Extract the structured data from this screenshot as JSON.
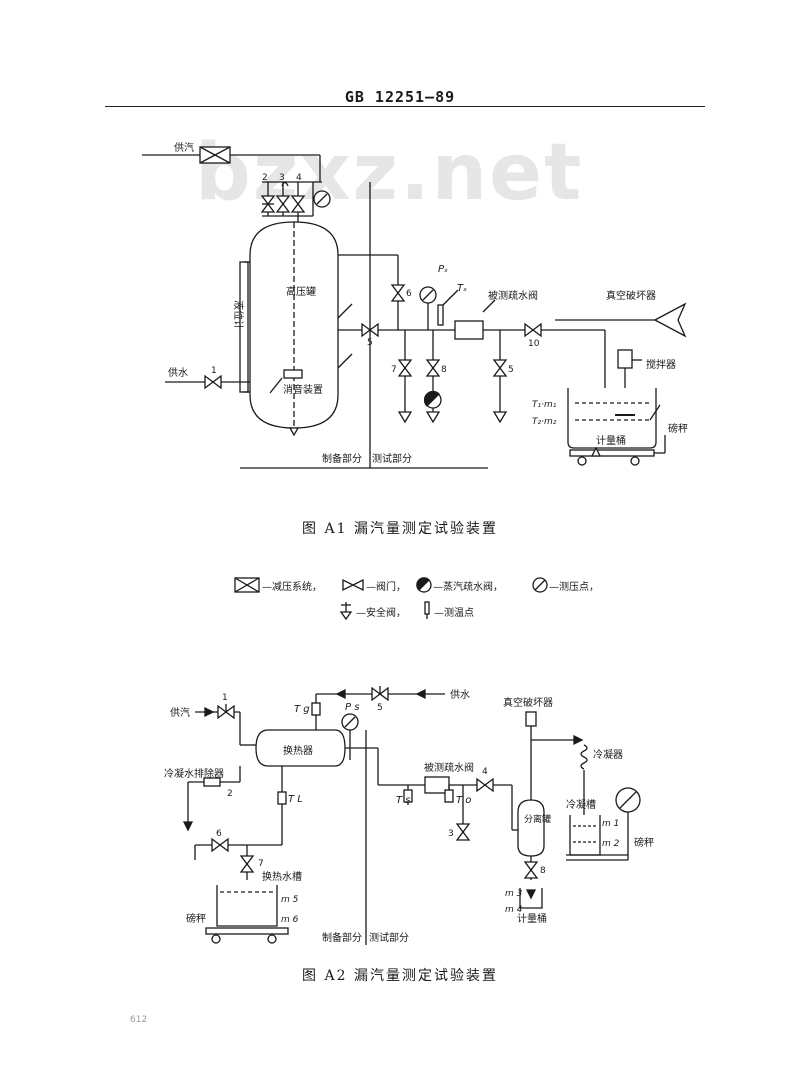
{
  "header": {
    "standard": "GB 12251—89"
  },
  "watermark": "bzxz.net",
  "figure1": {
    "caption": "图 A1 漏汽量测定试验装置",
    "labels": {
      "supply_steam": "供汽",
      "supply_water": "供水",
      "tank": "高压罐",
      "level_gauge": "液位计",
      "silencer": "消音装置",
      "valve_under_test": "被测疏水阀",
      "vacuum_breaker": "真空破坏器",
      "stirrer": "搅拌器",
      "measuring_bucket": "计量桶",
      "scale": "磅秤",
      "t1m1": "T₁·m₁",
      "t2m2": "T₂·m₂",
      "ps": "Pₛ",
      "ts": "Tₛ",
      "prep_part": "制备部分",
      "test_part": "测试部分"
    },
    "valve_numbers": [
      "1",
      "2",
      "3",
      "4",
      "5",
      "6",
      "7",
      "8",
      "5",
      "10"
    ]
  },
  "legend": {
    "items": [
      "—减压系统，",
      "—阀门，",
      "—蒸汽疏水阀，",
      "—测压点，",
      "—安全阀，",
      "—测温点"
    ]
  },
  "figure2": {
    "caption": "图 A2 漏汽量测定试验装置",
    "labels": {
      "supply_steam": "供汽",
      "supply_water": "供水",
      "heat_exchanger": "换热器",
      "condensate_remover": "冷凝水排除器",
      "hx_tank": "换热水槽",
      "valve_under_test": "被测疏水阀",
      "vacuum_breaker": "真空破坏器",
      "condenser": "冷凝器",
      "cooling_tank": "冷凝槽",
      "separator": "分离罐",
      "measuring_bucket": "计量桶",
      "scale_left": "磅秤",
      "scale_right": "磅秤",
      "tg": "T g",
      "ps": "P s",
      "tl": "T L",
      "ts": "T s",
      "to": "T o",
      "m1": "m 1",
      "m2": "m 2",
      "m3": "m 3",
      "m4": "m 4",
      "m5": "m 5",
      "m6": "m 6",
      "prep_part": "制备部分",
      "test_part": "测试部分"
    },
    "valve_numbers": [
      "1",
      "2",
      "3",
      "4",
      "5",
      "6",
      "7",
      "8"
    ]
  },
  "page_number": "612"
}
